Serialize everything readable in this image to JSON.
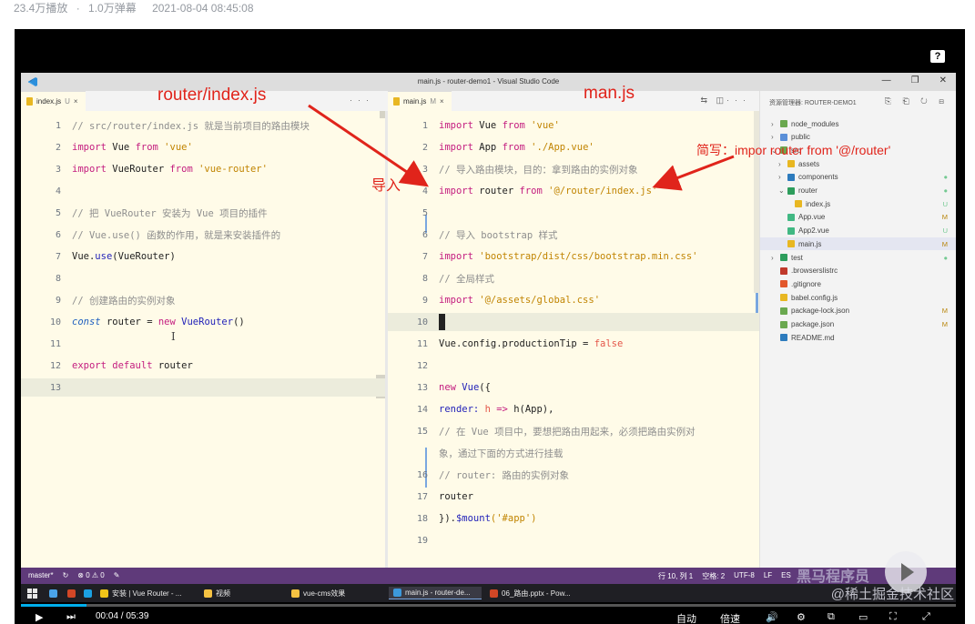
{
  "video_meta": {
    "plays": "23.4万播放",
    "separator": "·",
    "danmaku": "1.0万弹幕",
    "date": "2021-08-04 08:45:08"
  },
  "vscode": {
    "window_title": "main.js - router-demo1 - Visual Studio Code",
    "left_tab": {
      "name": "index.js",
      "mark": "U",
      "close": "×"
    },
    "right_tab": {
      "name": "main.js",
      "mark": "M",
      "close": "×"
    },
    "more": "···"
  },
  "annotations": {
    "left_file": "router/index.js",
    "right_file": "man.js",
    "import_label": "导入",
    "shorthand": "简写：impor router from '@/router'"
  },
  "left_editor": {
    "lines": [
      {
        "n": "1",
        "parts": [
          {
            "t": "// src/router/index.js 就是当前项目的路由模块",
            "c": "cm"
          }
        ]
      },
      {
        "n": "2",
        "parts": [
          {
            "t": "import ",
            "c": "kw"
          },
          {
            "t": "Vue ",
            "c": "def"
          },
          {
            "t": "from ",
            "c": "kw"
          },
          {
            "t": "'vue'",
            "c": "str"
          }
        ]
      },
      {
        "n": "3",
        "parts": [
          {
            "t": "import ",
            "c": "kw"
          },
          {
            "t": "VueRouter ",
            "c": "def"
          },
          {
            "t": "from ",
            "c": "kw"
          },
          {
            "t": "'vue-router'",
            "c": "str"
          }
        ]
      },
      {
        "n": "4",
        "parts": []
      },
      {
        "n": "5",
        "parts": [
          {
            "t": "// 把 VueRouter 安装为 Vue 项目的插件",
            "c": "cm"
          }
        ]
      },
      {
        "n": "6",
        "parts": [
          {
            "t": "// Vue.use() 函数的作用，就是来安装插件的",
            "c": "cm"
          }
        ]
      },
      {
        "n": "7",
        "parts": [
          {
            "t": "Vue.",
            "c": "def"
          },
          {
            "t": "use",
            "c": "fn"
          },
          {
            "t": "(VueRouter)",
            "c": "def"
          }
        ]
      },
      {
        "n": "8",
        "parts": []
      },
      {
        "n": "9",
        "parts": [
          {
            "t": "// 创建路由的实例对象",
            "c": "cm"
          }
        ]
      },
      {
        "n": "10",
        "parts": [
          {
            "t": "const ",
            "c": "it"
          },
          {
            "t": "router ",
            "c": "def"
          },
          {
            "t": "= ",
            "c": "def"
          },
          {
            "t": "new ",
            "c": "kw"
          },
          {
            "t": "VueRouter",
            "c": "fn"
          },
          {
            "t": "()",
            "c": "def"
          }
        ]
      },
      {
        "n": "11",
        "parts": []
      },
      {
        "n": "12",
        "parts": [
          {
            "t": "export ",
            "c": "kw"
          },
          {
            "t": "default ",
            "c": "kw"
          },
          {
            "t": "router",
            "c": "def"
          }
        ]
      },
      {
        "n": "13",
        "parts": []
      }
    ],
    "text_cursor": "I"
  },
  "right_editor": {
    "lines": [
      {
        "n": "1",
        "parts": [
          {
            "t": "import ",
            "c": "kw"
          },
          {
            "t": "Vue ",
            "c": "def"
          },
          {
            "t": "from ",
            "c": "kw"
          },
          {
            "t": "'vue'",
            "c": "str"
          }
        ]
      },
      {
        "n": "2",
        "parts": [
          {
            "t": "import ",
            "c": "kw"
          },
          {
            "t": "App ",
            "c": "def"
          },
          {
            "t": "from ",
            "c": "kw"
          },
          {
            "t": "'./App.vue'",
            "c": "str"
          }
        ]
      },
      {
        "n": "3",
        "parts": [
          {
            "t": "// 导入路由模块，目的：拿到路由的实例对象",
            "c": "cm"
          }
        ]
      },
      {
        "n": "4",
        "parts": [
          {
            "t": "import ",
            "c": "kw"
          },
          {
            "t": "router ",
            "c": "def"
          },
          {
            "t": "from ",
            "c": "kw"
          },
          {
            "t": "'@/router/index.js'",
            "c": "str"
          }
        ]
      },
      {
        "n": "5",
        "parts": []
      },
      {
        "n": "6",
        "parts": [
          {
            "t": "// 导入 bootstrap 样式",
            "c": "cm"
          }
        ]
      },
      {
        "n": "7",
        "parts": [
          {
            "t": "import ",
            "c": "kw"
          },
          {
            "t": "'bootstrap/dist/css/bootstrap.min.css'",
            "c": "str"
          }
        ]
      },
      {
        "n": "8",
        "parts": [
          {
            "t": "// 全局样式",
            "c": "cm"
          }
        ]
      },
      {
        "n": "9",
        "parts": [
          {
            "t": "import ",
            "c": "kw"
          },
          {
            "t": "'@/assets/global.css'",
            "c": "str"
          }
        ]
      },
      {
        "n": "10",
        "parts": []
      },
      {
        "n": "11",
        "parts": [
          {
            "t": "Vue.config.productionTip ",
            "c": "def"
          },
          {
            "t": "= ",
            "c": "def"
          },
          {
            "t": "false",
            "c": "bool"
          }
        ]
      },
      {
        "n": "12",
        "parts": []
      },
      {
        "n": "13",
        "parts": [
          {
            "t": "new ",
            "c": "kw"
          },
          {
            "t": "Vue",
            "c": "fn"
          },
          {
            "t": "({",
            "c": "def"
          }
        ]
      },
      {
        "n": "14",
        "parts": [
          {
            "t": "  render: ",
            "c": "fn"
          },
          {
            "t": "h ",
            "c": "bool"
          },
          {
            "t": "=> ",
            "c": "kw"
          },
          {
            "t": "h(App),",
            "c": "def"
          }
        ]
      },
      {
        "n": "15",
        "parts": [
          {
            "t": "  // 在 Vue 项目中，要想把路由用起来，必须把路由实例对",
            "c": "cm"
          }
        ]
      },
      {
        "n": "",
        "parts": [
          {
            "t": "  象，通过下面的方式进行挂载",
            "c": "cm"
          }
        ]
      },
      {
        "n": "16",
        "parts": [
          {
            "t": "  // router: 路由的实例对象",
            "c": "cm"
          }
        ]
      },
      {
        "n": "17",
        "parts": [
          {
            "t": "  router",
            "c": "def"
          }
        ]
      },
      {
        "n": "18",
        "parts": [
          {
            "t": "}).",
            "c": "def"
          },
          {
            "t": "$mount",
            "c": "fn"
          },
          {
            "t": "('#app')",
            "c": "str"
          }
        ]
      },
      {
        "n": "19",
        "parts": []
      }
    ]
  },
  "explorer": {
    "header": "资源管理器: ROUTER-DEMO1",
    "tools": "⎘ ⎗ ↻ ⊟",
    "items": [
      {
        "label": "node_modules",
        "indent": 0,
        "chev": "›",
        "icon": "#6aa84f",
        "badge": "",
        "bc": ""
      },
      {
        "label": "public",
        "indent": 0,
        "chev": "›",
        "icon": "#5a8fd8",
        "badge": "",
        "bc": ""
      },
      {
        "label": "src",
        "indent": 0,
        "chev": "⌄",
        "icon": "#6aa84f",
        "badge": "",
        "bc": ""
      },
      {
        "label": "assets",
        "indent": 1,
        "chev": "›",
        "icon": "#e8b722",
        "badge": "",
        "bc": ""
      },
      {
        "label": "components",
        "indent": 1,
        "chev": "›",
        "icon": "#2d7bbd",
        "badge": "●",
        "bc": "#73c991"
      },
      {
        "label": "router",
        "indent": 1,
        "chev": "⌄",
        "icon": "#2d9d5c",
        "badge": "●",
        "bc": "#73c991"
      },
      {
        "label": "index.js",
        "indent": 2,
        "chev": "",
        "icon": "#e8b722",
        "badge": "U",
        "bc": "#73c991"
      },
      {
        "label": "App.vue",
        "indent": 1,
        "chev": "",
        "icon": "#41b883",
        "badge": "M",
        "bc": "#b8860b"
      },
      {
        "label": "App2.vue",
        "indent": 1,
        "chev": "",
        "icon": "#41b883",
        "badge": "U",
        "bc": "#73c991"
      },
      {
        "label": "main.js",
        "indent": 1,
        "chev": "",
        "icon": "#e8b722",
        "badge": "M",
        "bc": "#b8860b",
        "sel": true
      },
      {
        "label": "test",
        "indent": 0,
        "chev": "›",
        "icon": "#2d9d5c",
        "badge": "●",
        "bc": "#73c991"
      },
      {
        "label": ".browserslistrc",
        "indent": 0,
        "chev": "",
        "icon": "#c0392b",
        "badge": "",
        "bc": ""
      },
      {
        "label": ".gitignore",
        "indent": 0,
        "chev": "",
        "icon": "#e2572b",
        "badge": "",
        "bc": ""
      },
      {
        "label": "babel.config.js",
        "indent": 0,
        "chev": "",
        "icon": "#e8b722",
        "badge": "",
        "bc": ""
      },
      {
        "label": "package-lock.json",
        "indent": 0,
        "chev": "",
        "icon": "#6aa84f",
        "badge": "M",
        "bc": "#b8860b"
      },
      {
        "label": "package.json",
        "indent": 0,
        "chev": "",
        "icon": "#6aa84f",
        "badge": "M",
        "bc": "#b8860b"
      },
      {
        "label": "README.md",
        "indent": 0,
        "chev": "",
        "icon": "#2d7bbd",
        "badge": "",
        "bc": ""
      }
    ]
  },
  "statusbar": {
    "branch": "master*",
    "sync": "↻",
    "problems": "⊗ 0 ⚠ 0",
    "extra": "✎",
    "position": "行 10, 列 1",
    "spaces": "空格: 2",
    "encoding": "UTF-8",
    "eol": "LF",
    "lang": "ES"
  },
  "taskbar": {
    "items": [
      {
        "label": "",
        "icon": "#4aa3e8"
      },
      {
        "label": "",
        "icon": "#d24726"
      },
      {
        "label": "",
        "icon": "#1ba1e2"
      },
      {
        "label": "安装 | Vue Router - ...",
        "icon": "#f0c419"
      },
      {
        "label": "视频",
        "icon": "#f5c242"
      },
      {
        "label": "vue-cms效果",
        "icon": "#f5c242"
      },
      {
        "label": "main.js - router-de...",
        "icon": "#3c99dc"
      },
      {
        "label": "06_路由.pptx - Pow...",
        "icon": "#d24726"
      }
    ]
  },
  "player": {
    "help": "?",
    "play": "▶",
    "next": "⏭",
    "time": "00:04 / 05:39",
    "auto": "自动",
    "speed": "倍速",
    "volume": "🔊",
    "settings": "⚙",
    "pip": "⧉",
    "widescreen": "▭",
    "webfull": "⛶",
    "fullscreen": "⤢",
    "progress": 0.07
  },
  "watermark": {
    "brand": "黑马程序员",
    "community": "@稀土掘金技术社区"
  }
}
